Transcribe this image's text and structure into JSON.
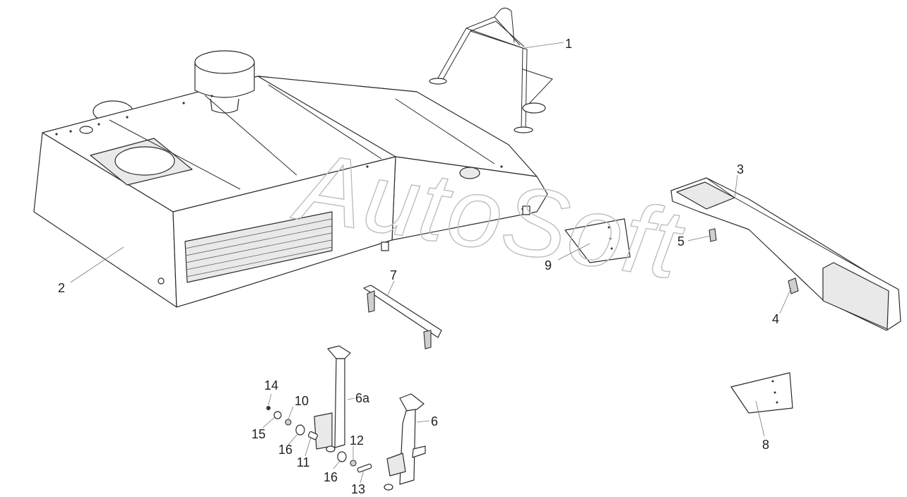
{
  "watermark": {
    "text": "AutoSoft"
  },
  "callouts": {
    "c1": "1",
    "c2": "2",
    "c3": "3",
    "c4": "4",
    "c5": "5",
    "c6": "6",
    "c6a": "6a",
    "c7": "7",
    "c8": "8",
    "c9": "9",
    "c10": "10",
    "c11": "11",
    "c12": "12",
    "c13": "13",
    "c14": "14",
    "c15": "15",
    "c16a": "16",
    "c16b": "16"
  }
}
